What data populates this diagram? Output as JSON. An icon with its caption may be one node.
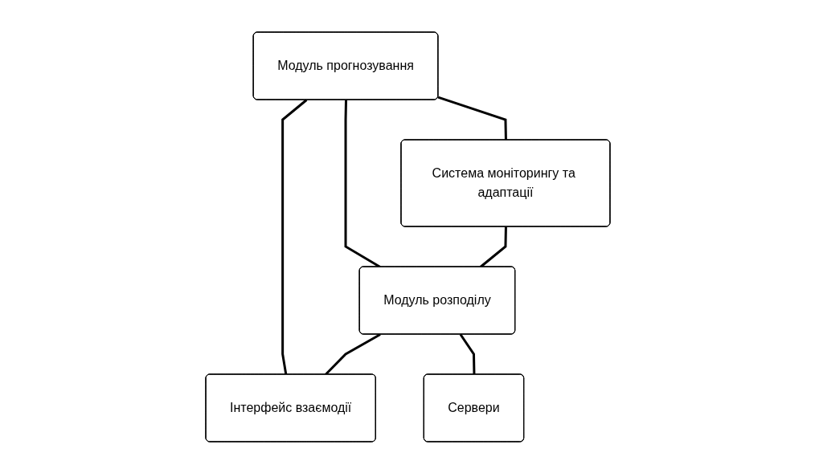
{
  "diagram": {
    "nodes": [
      {
        "text": [
          "Модуль прогнозування"
        ]
      },
      {
        "text": [
          "Система моніторингу та адаптації"
        ]
      },
      {
        "text": [
          "Модуль розподілу"
        ]
      },
      {
        "text": [
          "Інтерфейс взаємодії"
        ]
      },
      {
        "text": [
          "Сервери"
        ]
      }
    ],
    "edges": [
      {
        "from": 0,
        "to": 1,
        "arrow": "none"
      },
      {
        "from": 0,
        "to": 2,
        "arrow": "none"
      },
      {
        "from": 0,
        "to": 3,
        "arrow": "none"
      },
      {
        "from": 1,
        "to": 2,
        "arrow": "none"
      },
      {
        "from": 2,
        "to": 3,
        "arrow": "none"
      },
      {
        "from": 2,
        "to": 4,
        "arrow": "none"
      }
    ]
  }
}
